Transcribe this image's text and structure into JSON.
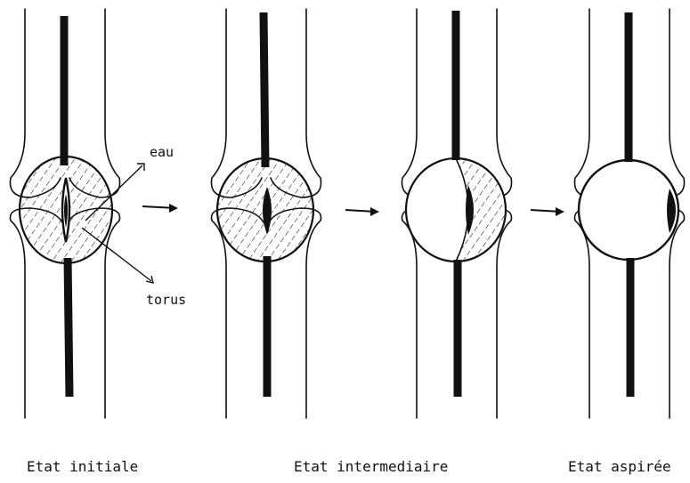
{
  "labels": {
    "water": "eau",
    "torus": "torus"
  },
  "captions": {
    "initial": "Etat initiale",
    "intermediate": "Etat intermediaire",
    "aspirated": "Etat aspirée"
  },
  "colors": {
    "ink": "#111111",
    "background": "#ffffff"
  }
}
